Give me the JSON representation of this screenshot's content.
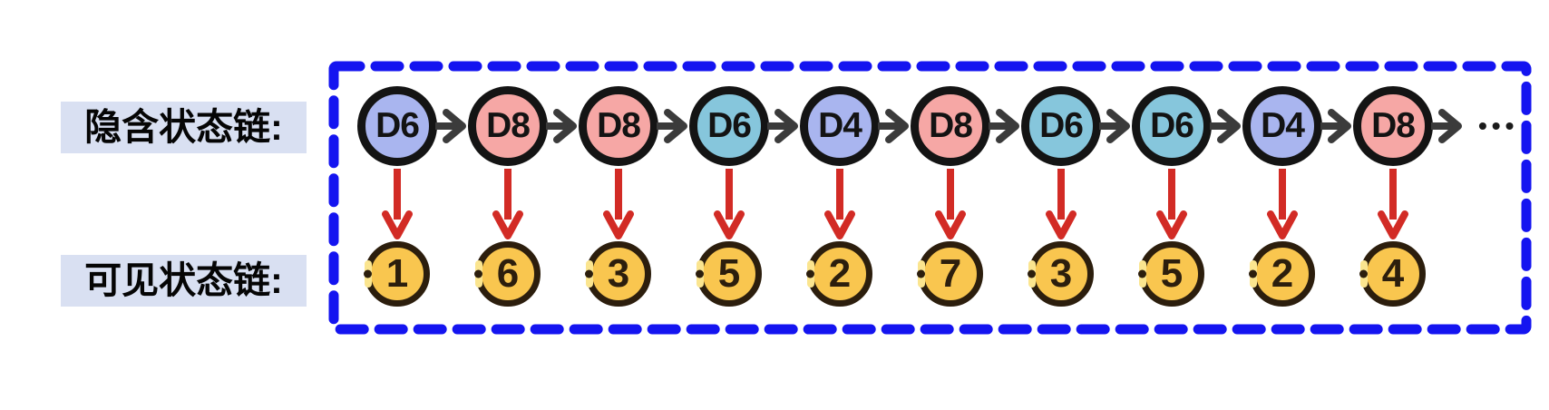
{
  "labels": {
    "hidden": "隐含状态链:",
    "visible": "可见状态链:"
  },
  "ellipsis": "•••",
  "chain": [
    {
      "die": "D6",
      "color": "periwinkle",
      "obs": "1"
    },
    {
      "die": "D8",
      "color": "pink",
      "obs": "6"
    },
    {
      "die": "D8",
      "color": "pink",
      "obs": "3"
    },
    {
      "die": "D6",
      "color": "cyan",
      "obs": "5"
    },
    {
      "die": "D4",
      "color": "periwinkle",
      "obs": "2"
    },
    {
      "die": "D8",
      "color": "pink",
      "obs": "7"
    },
    {
      "die": "D6",
      "color": "cyan",
      "obs": "3"
    },
    {
      "die": "D6",
      "color": "cyan",
      "obs": "5"
    },
    {
      "die": "D4",
      "color": "periwinkle",
      "obs": "2"
    },
    {
      "die": "D8",
      "color": "pink",
      "obs": "4"
    }
  ],
  "colors": {
    "periwinkle": "#a9b5ef",
    "pink": "#f6a7a5",
    "cyan": "#86c6dc",
    "observed_fill": "#f9c64f",
    "observed_border": "#2c1e0d",
    "hidden_border": "#141414",
    "transition_arrow": "#3b3b3b",
    "emission_arrow": "#d22b25",
    "dashed_border": "#1414f0",
    "label_background": "#d9e0f2"
  }
}
